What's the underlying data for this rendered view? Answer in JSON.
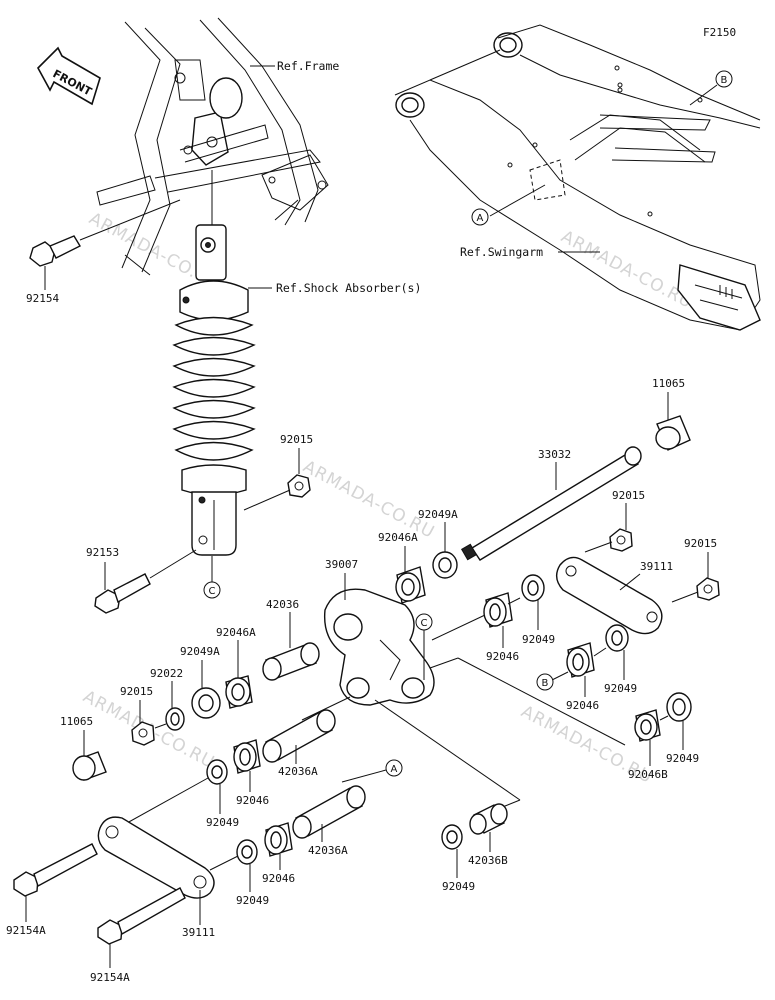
{
  "figure_code": "F2150",
  "front_label": "FRONT",
  "watermark": "ARMADA-CO.RU",
  "references": {
    "frame": "Ref.Frame",
    "shock": "Ref.Shock Absorber(s)",
    "swingarm": "Ref.Swingarm"
  },
  "markers": {
    "a": "A",
    "b": "B",
    "c": "C"
  },
  "parts": {
    "p92154_top": "92154",
    "p11065_right": "11065",
    "p33032": "33032",
    "p92015_mid": "92015",
    "p92015_r1": "92015",
    "p92015_r2": "92015",
    "p92049A_mid": "92049A",
    "p92046A_mid": "92046A",
    "p39007": "39007",
    "p39111_right": "39111",
    "p92153": "92153",
    "p42036": "42036",
    "p92046A_left": "92046A",
    "p92049A_left": "92049A",
    "p92022": "92022",
    "p92015_left": "92015",
    "p11065_left": "11065",
    "p92049_r1": "92049",
    "p92046_r1": "92046",
    "p92049_r2": "92049",
    "p92046_r2": "92046",
    "p92049_r3": "92049",
    "p92046B": "92046B",
    "p42036A_1": "42036A",
    "p92046_l1": "92046",
    "p92049_l1": "92049",
    "p42036A_2": "42036A",
    "p92046_l2": "92046",
    "p92049_l2": "92049",
    "p42036B": "42036B",
    "p92049_b": "92049",
    "p92154A_1": "92154A",
    "p39111_left": "39111",
    "p92154A_2": "92154A"
  }
}
